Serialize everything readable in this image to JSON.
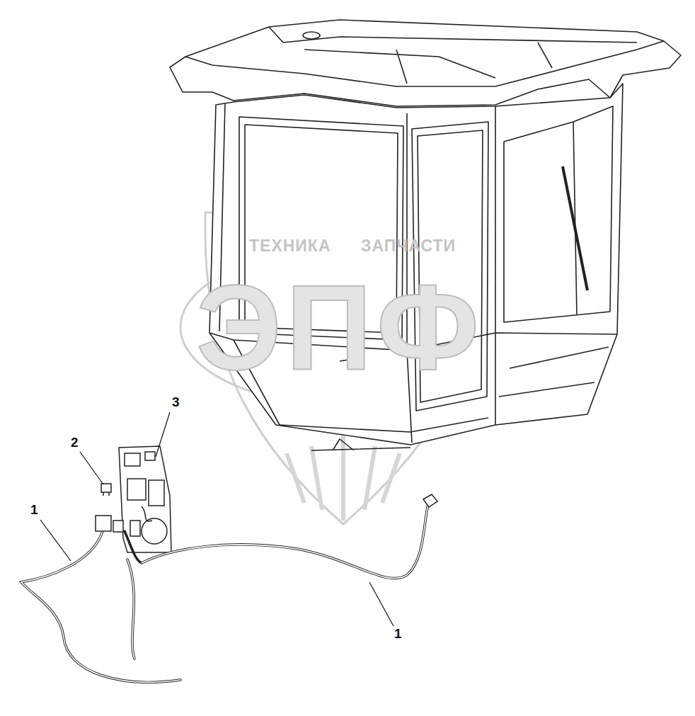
{
  "diagram": {
    "labels": [
      "3",
      "2",
      "1",
      "1",
      "ТЕХНИКА",
      "ЗАПЧАСТИ",
      "ЭПФ"
    ]
  }
}
